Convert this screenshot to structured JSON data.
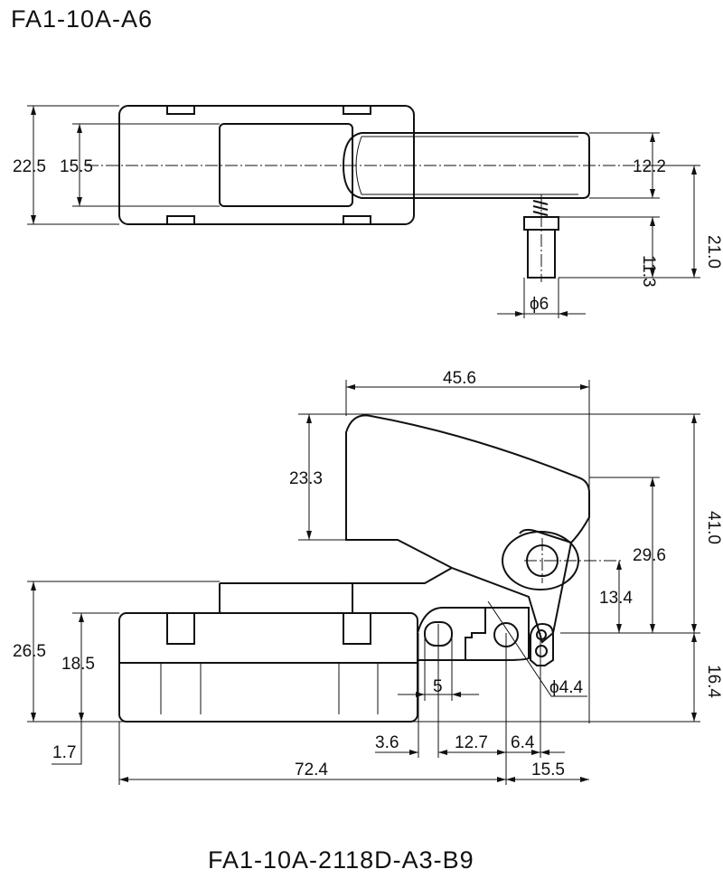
{
  "top_view": {
    "title": "FA1-10A-A6",
    "dims": {
      "width_22_5": "22.5",
      "inner_15_5": "15.5",
      "trigger_12_2": "12.2",
      "overall_21_0": "21.0",
      "pin_11_3": "11.3",
      "pin_dia": "ϕ6"
    }
  },
  "side_view": {
    "title": "FA1-10A-2118D-A3-B9",
    "dims": {
      "d45_6": "45.6",
      "d23_3": "23.3",
      "d41_0": "41.0",
      "d29_6": "29.6",
      "d13_4": "13.4",
      "d26_5": "26.5",
      "d18_5": "18.5",
      "d5": "5",
      "hole_dia": "ϕ4.4",
      "d16_4": "16.4",
      "d1_7": "1.7",
      "d3_6": "3.6",
      "d12_7": "12.7",
      "d6_4": "6.4",
      "d15_5": "15.5",
      "d72_4": "72.4"
    }
  }
}
